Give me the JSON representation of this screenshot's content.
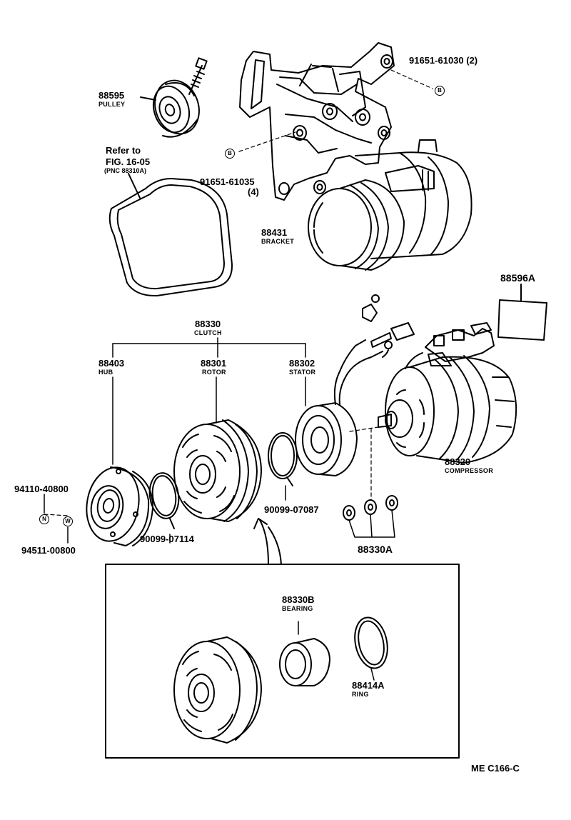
{
  "parts": {
    "pulley": {
      "number": "88595",
      "name": "PULLEY"
    },
    "refer": {
      "line1": "Refer to",
      "line2": "FIG. 16-05",
      "line3": "(PNC 88310A)"
    },
    "bolt_top": {
      "number": "91651-61030 (2)"
    },
    "bolt_mid": {
      "number": "91651-61035",
      "qty": "(4)"
    },
    "bracket": {
      "number": "88431",
      "name": "BRACKET"
    },
    "gasket": {
      "number": "88596A"
    },
    "clutch": {
      "number": "88330",
      "name": "CLUTCH"
    },
    "hub": {
      "number": "88403",
      "name": "HUB"
    },
    "rotor": {
      "number": "88301",
      "name": "ROTOR"
    },
    "stator": {
      "number": "88302",
      "name": "STATOR"
    },
    "compressor": {
      "number": "88320",
      "name": "COMPRESSOR"
    },
    "nut": {
      "number": "94110-40800"
    },
    "washer": {
      "number": "94511-00800"
    },
    "snap_ring_hub": {
      "number": "90099-07114"
    },
    "snap_ring_rotor": {
      "number": "90099-07087"
    },
    "shim_set": {
      "number": "88330A"
    },
    "bearing": {
      "number": "88330B",
      "name": "BEARING"
    },
    "ring": {
      "number": "88414A",
      "name": "RING"
    }
  },
  "markers": {
    "b": "B",
    "n": "N",
    "w": "W"
  },
  "footer": {
    "code": "ME  C166-C"
  }
}
